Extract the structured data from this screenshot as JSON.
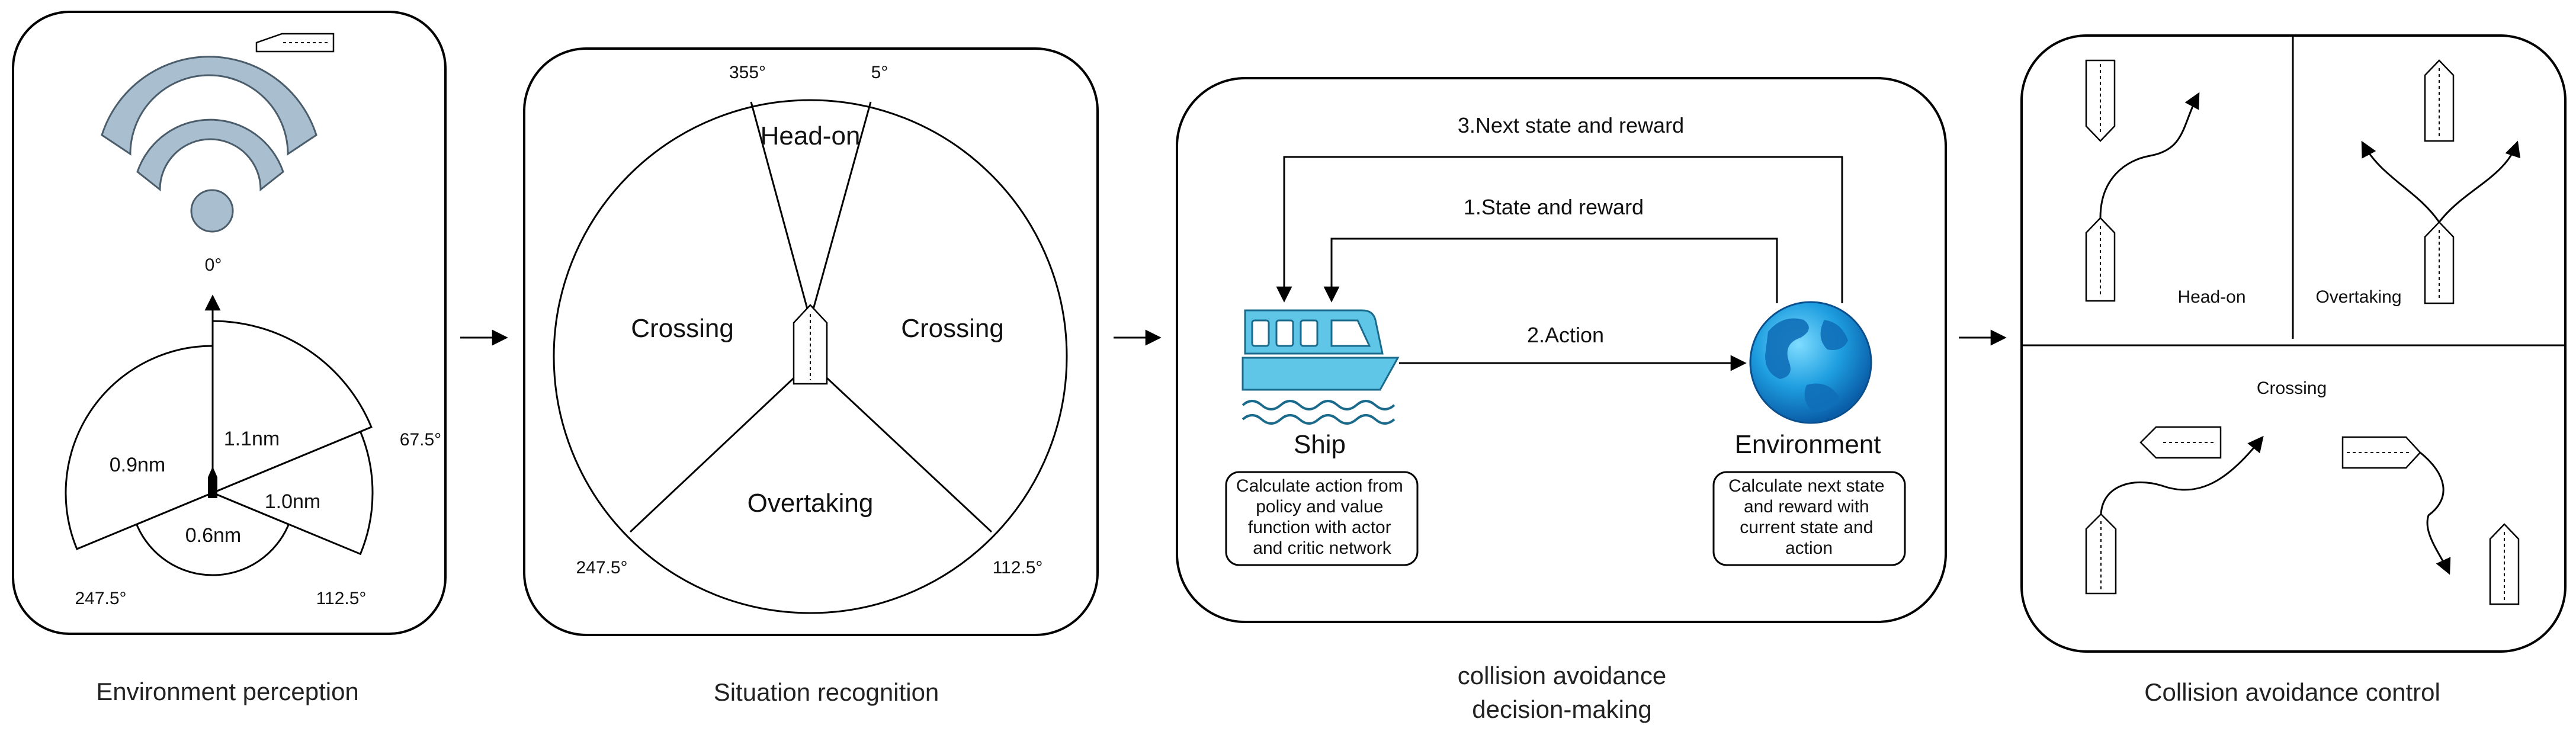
{
  "panels": {
    "perception": {
      "caption": "Environment perception",
      "angle_0": "0°",
      "angle_67": "67.5°",
      "angle_112": "112.5°",
      "angle_247": "247.5°",
      "range_front": "1.1nm",
      "range_left": "0.9nm",
      "range_right": "1.0nm",
      "range_rear": "0.6nm"
    },
    "recognition": {
      "caption": "Situation recognition",
      "angle_355": "355°",
      "angle_5": "5°",
      "angle_247": "247.5°",
      "angle_112": "112.5°",
      "sector_headon": "Head-on",
      "sector_crossing_left": "Crossing",
      "sector_crossing_right": "Crossing",
      "sector_overtaking": "Overtaking"
    },
    "decision": {
      "caption_line1": "collision avoidance",
      "caption_line2": "decision-making",
      "edge_next_state": "3.Next state and reward",
      "edge_state": "1.State and reward",
      "edge_action": "2.Action",
      "ship_label": "Ship",
      "env_label": "Environment",
      "ship_note": [
        "Calculate action from",
        "policy and value",
        "function with actor",
        "and critic network"
      ],
      "env_note": [
        "Calculate next state",
        "and reward with",
        "current state and",
        "action"
      ]
    },
    "control": {
      "caption": "Collision avoidance control",
      "headon": "Head-on",
      "overtaking": "Overtaking",
      "crossing": "Crossing"
    }
  },
  "colors": {
    "wifi": "#a9bfcf",
    "ship": "#5fc6e8",
    "globe": "#1e8fd6"
  }
}
